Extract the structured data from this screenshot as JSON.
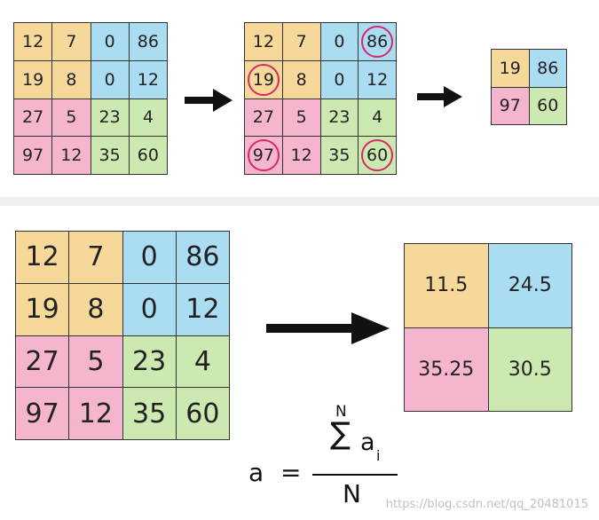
{
  "colors": {
    "orange": "#f6d99a",
    "blue": "#aadcf2",
    "pink": "#f6b5cf",
    "green": "#cde9b2",
    "ring": "#d8286a",
    "border": "#333333"
  },
  "max_pooling": {
    "input": [
      [
        "12",
        "7",
        "0",
        "86"
      ],
      [
        "19",
        "8",
        "0",
        "12"
      ],
      [
        "27",
        "5",
        "23",
        "4"
      ],
      [
        "97",
        "12",
        "35",
        "60"
      ]
    ],
    "highlighted": [
      [
        "12",
        "7",
        "0",
        "86"
      ],
      [
        "19",
        "8",
        "0",
        "12"
      ],
      [
        "27",
        "5",
        "23",
        "4"
      ],
      [
        "97",
        "12",
        "35",
        "60"
      ]
    ],
    "circled": [
      [
        0,
        3
      ],
      [
        1,
        0
      ],
      [
        3,
        0
      ],
      [
        3,
        3
      ]
    ],
    "output": [
      [
        "19",
        "86"
      ],
      [
        "97",
        "60"
      ]
    ]
  },
  "average_pooling": {
    "input": [
      [
        "12",
        "7",
        "0",
        "86"
      ],
      [
        "19",
        "8",
        "0",
        "12"
      ],
      [
        "27",
        "5",
        "23",
        "4"
      ],
      [
        "97",
        "12",
        "35",
        "60"
      ]
    ],
    "output": [
      [
        "11.5",
        "24.5"
      ],
      [
        "35.25",
        "30.5"
      ]
    ]
  },
  "formula": {
    "lhs": "a",
    "equals": "=",
    "sum_upper": "N",
    "sum_symbol": "∑",
    "sum_term": "a",
    "sum_subscript": "i",
    "denominator": "N"
  },
  "watermark": "https://blog.csdn.net/qq_20481015"
}
